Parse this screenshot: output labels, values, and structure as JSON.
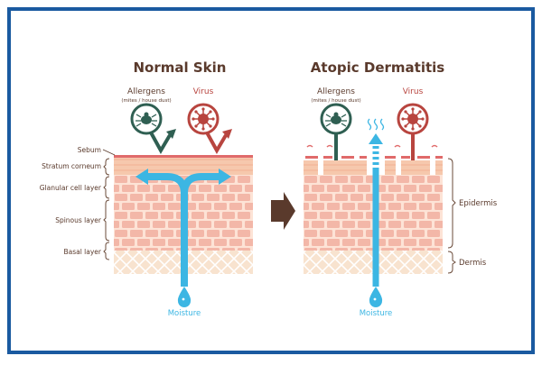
{
  "colors": {
    "frame": "#1a5aa0",
    "title": "#5a3a2c",
    "text": "#5a3a2c",
    "allergen": "#2f5f52",
    "virus": "#b8453f",
    "moisture": "#3cb6e3",
    "brick_fill": "#f3b7a8",
    "brick_mortar": "#fde3d6",
    "corneum": "#f6c3a8",
    "sebum": "#e06a6a",
    "dermis": "#f6dcc5",
    "bracket": "#6b4b3a"
  },
  "normal": {
    "title": "Normal Skin",
    "allergens_label": "Allergens",
    "allergens_sub": "(mites / house dust)",
    "virus_label": "Virus",
    "moisture_label": "Moisture"
  },
  "atopic": {
    "title": "Atopic Dermatitis",
    "allergens_label": "Allergens",
    "allergens_sub": "(mites / house dust)",
    "virus_label": "Virus",
    "moisture_label": "Moisture"
  },
  "layers": {
    "sebum": "Sebum",
    "stratum_corneum": "Stratum corneum",
    "granular": "Glanular cell layer",
    "spinous": "Spinous layer",
    "basal": "Basal layer"
  },
  "regions": {
    "epidermis": "Epidermis",
    "dermis": "Dermis"
  },
  "icons": {
    "allergen": "mite-icon",
    "virus": "virus-icon",
    "moisture": "water-drop-icon",
    "arrow": "right-arrow-icon"
  }
}
